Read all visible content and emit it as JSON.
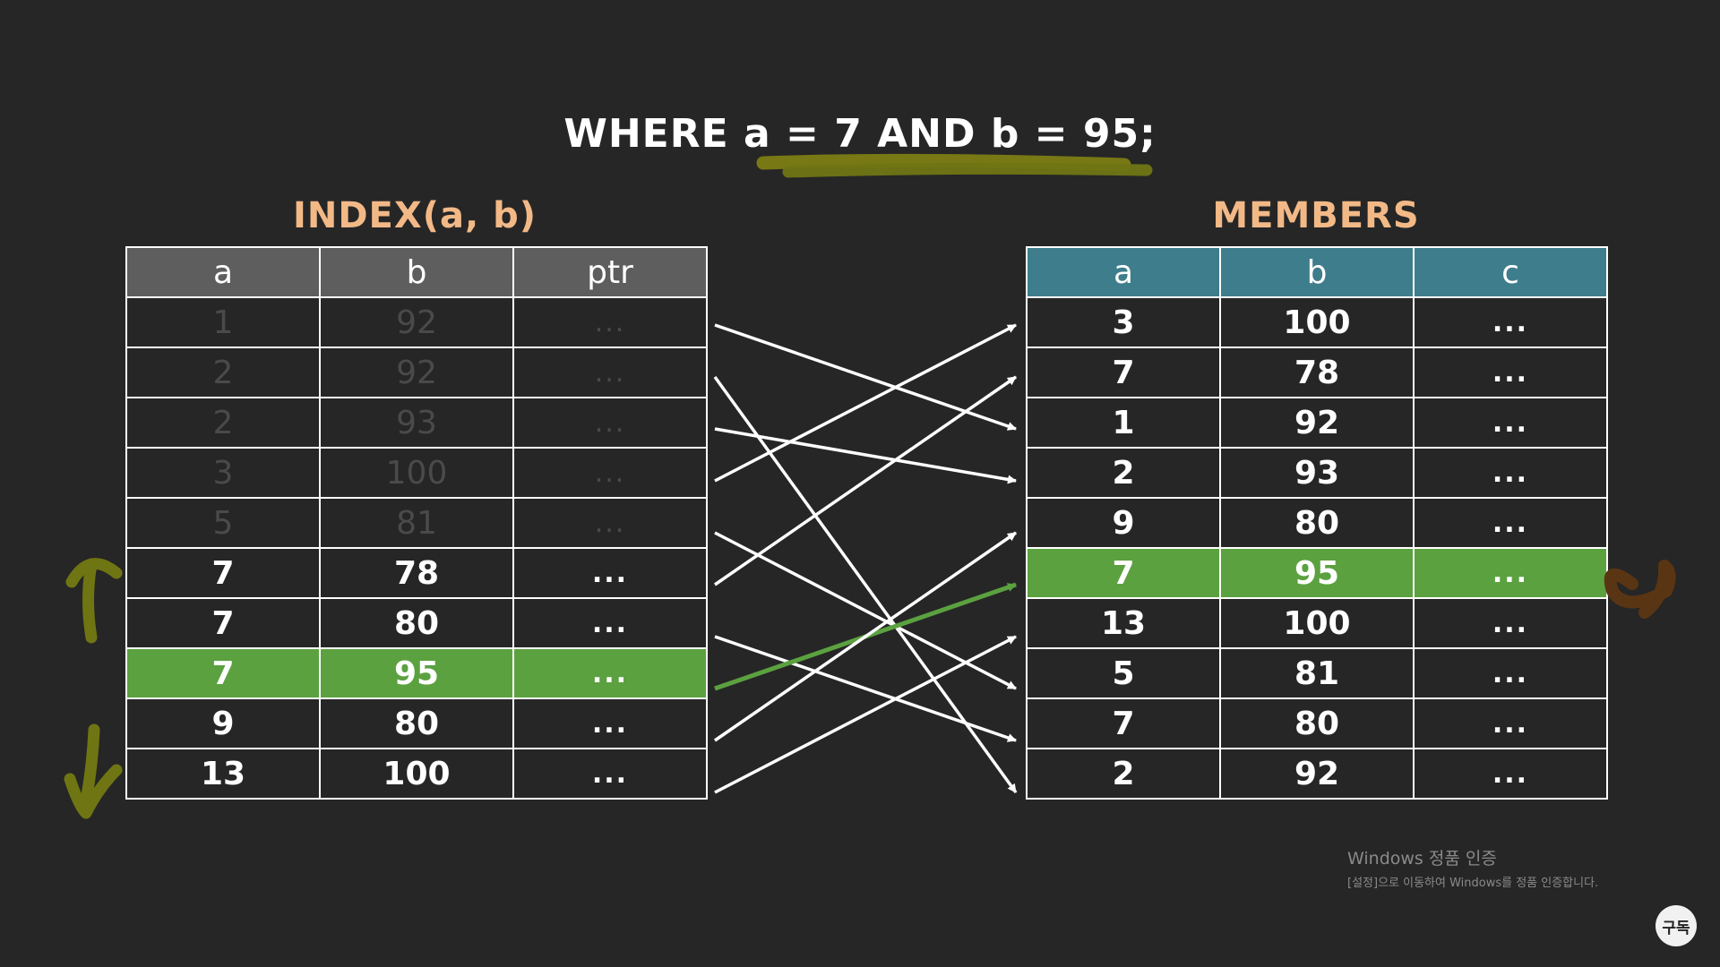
{
  "query": "WHERE a = 7 AND b = 95;",
  "index_table": {
    "title": "INDEX(a, b)",
    "headers": [
      "a",
      "b",
      "ptr"
    ],
    "rows": [
      {
        "a": "1",
        "b": "92",
        "ptr": "...",
        "faded": true
      },
      {
        "a": "2",
        "b": "92",
        "ptr": "...",
        "faded": true
      },
      {
        "a": "2",
        "b": "93",
        "ptr": "...",
        "faded": true
      },
      {
        "a": "3",
        "b": "100",
        "ptr": "...",
        "faded": true
      },
      {
        "a": "5",
        "b": "81",
        "ptr": "...",
        "faded": true
      },
      {
        "a": "7",
        "b": "78",
        "ptr": "..."
      },
      {
        "a": "7",
        "b": "80",
        "ptr": "..."
      },
      {
        "a": "7",
        "b": "95",
        "ptr": "...",
        "highlight": true
      },
      {
        "a": "9",
        "b": "80",
        "ptr": "..."
      },
      {
        "a": "13",
        "b": "100",
        "ptr": "..."
      }
    ]
  },
  "members_table": {
    "title": "MEMBERS",
    "headers": [
      "a",
      "b",
      "c"
    ],
    "rows": [
      {
        "a": "3",
        "b": "100",
        "c": "..."
      },
      {
        "a": "7",
        "b": "78",
        "c": "..."
      },
      {
        "a": "1",
        "b": "92",
        "c": "..."
      },
      {
        "a": "2",
        "b": "93",
        "c": "..."
      },
      {
        "a": "9",
        "b": "80",
        "c": "..."
      },
      {
        "a": "7",
        "b": "95",
        "c": "...",
        "highlight": true
      },
      {
        "a": "13",
        "b": "100",
        "c": "..."
      },
      {
        "a": "5",
        "b": "81",
        "c": "..."
      },
      {
        "a": "7",
        "b": "80",
        "c": "..."
      },
      {
        "a": "2",
        "b": "92",
        "c": "..."
      }
    ]
  },
  "pointer_map": [
    2,
    9,
    3,
    0,
    7,
    1,
    8,
    5,
    4,
    6
  ],
  "highlight_index_row": 7,
  "colors": {
    "highlight": "#5ba140",
    "index_header": "#5e5e5e",
    "members_header": "#3e7d8c",
    "title": "#f2b987",
    "underline": "#7c7c14",
    "annotation_yellow": "#6f7513",
    "annotation_brown": "#5a3514",
    "arrow": "#ffffff",
    "arrow_highlight": "#5ba140"
  },
  "watermark": {
    "title": "Windows 정품 인증",
    "subtitle": "[설정]으로 이동하여 Windows를 정품 인증합니다."
  },
  "subscribe_label": "구독"
}
